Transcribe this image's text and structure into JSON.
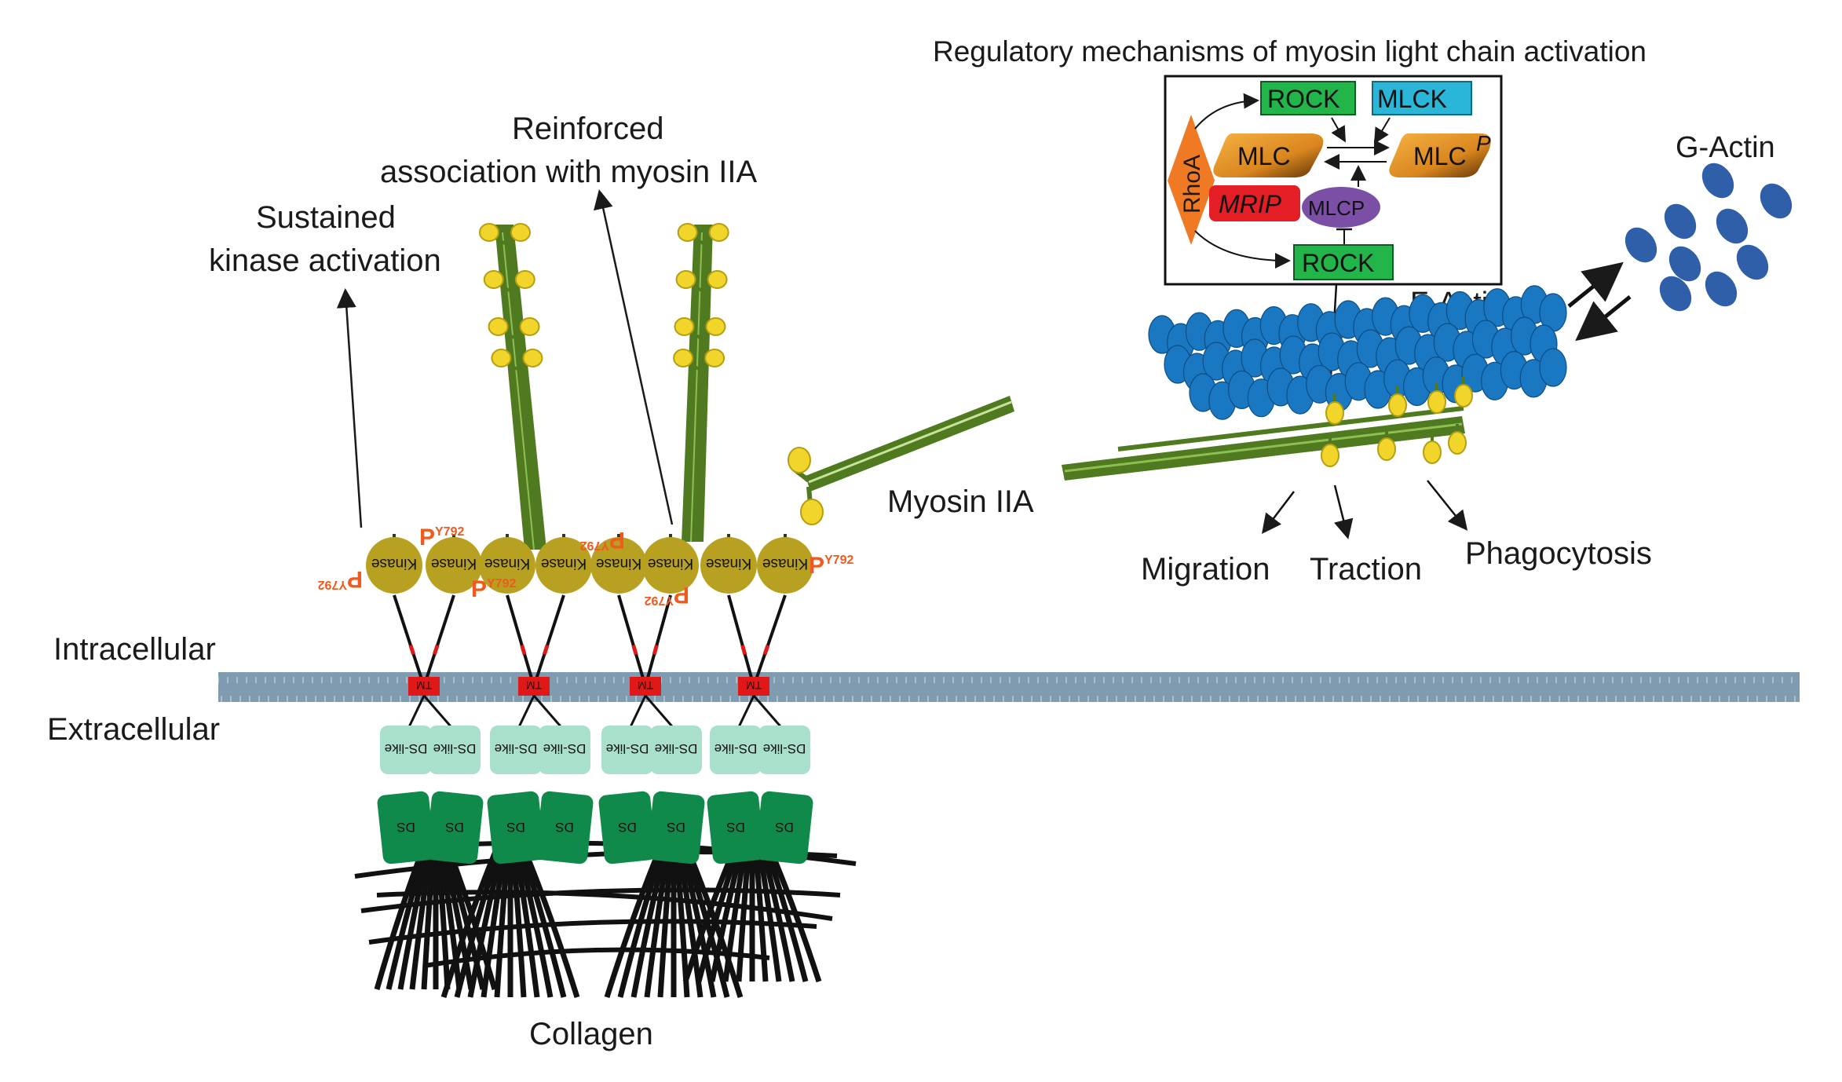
{
  "labels": {
    "title": "Regulatory mechanisms of myosin light chain activation",
    "reinforced_line1": "Reinforced",
    "reinforced_line2": "association with myosin IIA",
    "sustained_line1": "Sustained",
    "sustained_line2": "kinase activation",
    "g_actin": "G-Actin",
    "f_actin": "F-Actin",
    "myosin": "Myosin IIA",
    "migration": "Migration",
    "traction": "Traction",
    "phagocytosis": "Phagocytosis",
    "intracellular": "Intracellular",
    "extracellular": "Extracellular",
    "collagen": "Collagen"
  },
  "mlc_box": {
    "rock_top": "ROCK",
    "mlck": "MLCK",
    "mlc_left": "MLC",
    "mlc_right": "MLC",
    "phospho": "P",
    "rhoa": "RhoA",
    "mrip": "MRIP",
    "mlcp": "MLCP",
    "rock_bottom": "ROCK"
  },
  "receptor": {
    "kinase_label": "Kinase",
    "py792": "Y792",
    "p_letter": "P",
    "tm": "TM",
    "ds_like": "DS-like",
    "ds": "DS"
  },
  "colors": {
    "kinase": "#b8a020",
    "myosin_green": "#4f7a1f",
    "myosin_head": "#f2d52a",
    "actin_blue": "#1a78c2",
    "g_actin_blue": "#2f5fa8",
    "membrane": "#7f9bb0",
    "tm_red": "#e01818",
    "ds_like": "#a8e0cc",
    "ds": "#0f8a4a",
    "rock_green": "#22b54a",
    "mlck_cyan": "#29b6d9",
    "rhoa_orange": "#f07a24",
    "mrip_red": "#e31e24",
    "mlcp_purple": "#7b4fa6",
    "mlc_orange": "#d9861e",
    "py_orange": "#f05a1e"
  }
}
